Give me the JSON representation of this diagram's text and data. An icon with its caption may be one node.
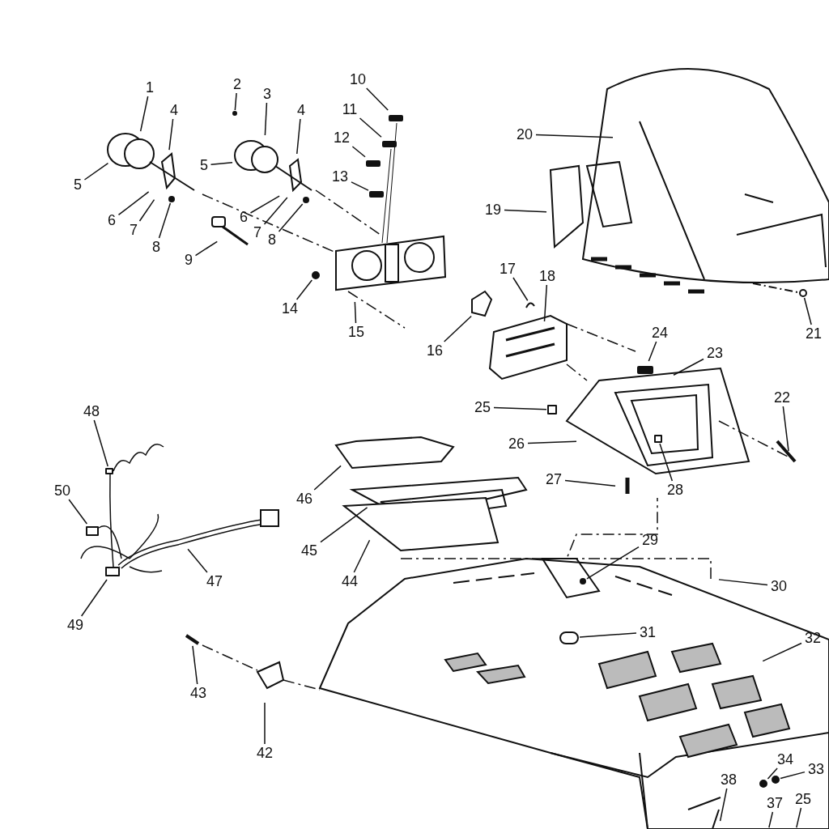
{
  "diagram": {
    "nodes": [
      {
        "text": [
          "1"
        ]
      },
      {
        "text": [
          "2"
        ]
      },
      {
        "text": [
          "3"
        ]
      },
      {
        "text": [
          "4"
        ]
      },
      {
        "text": [
          "4"
        ]
      },
      {
        "text": [
          "5"
        ]
      },
      {
        "text": [
          "5"
        ]
      },
      {
        "text": [
          "6"
        ]
      },
      {
        "text": [
          "6"
        ]
      },
      {
        "text": [
          "7"
        ]
      },
      {
        "text": [
          "7"
        ]
      },
      {
        "text": [
          "8"
        ]
      },
      {
        "text": [
          "8"
        ]
      },
      {
        "text": [
          "9"
        ]
      },
      {
        "text": [
          "10"
        ]
      },
      {
        "text": [
          "11"
        ]
      },
      {
        "text": [
          "12"
        ]
      },
      {
        "text": [
          "13"
        ]
      },
      {
        "text": [
          "14"
        ]
      },
      {
        "text": [
          "15"
        ]
      },
      {
        "text": [
          "16"
        ]
      },
      {
        "text": [
          "17"
        ]
      },
      {
        "text": [
          "18"
        ]
      },
      {
        "text": [
          "19"
        ]
      },
      {
        "text": [
          "20"
        ]
      },
      {
        "text": [
          "21"
        ]
      },
      {
        "text": [
          "22"
        ]
      },
      {
        "text": [
          "23"
        ]
      },
      {
        "text": [
          "24"
        ]
      },
      {
        "text": [
          "25"
        ]
      },
      {
        "text": [
          "26"
        ]
      },
      {
        "text": [
          "27"
        ]
      },
      {
        "text": [
          "28"
        ]
      },
      {
        "text": [
          "29"
        ]
      },
      {
        "text": [
          "30"
        ]
      },
      {
        "text": [
          "31"
        ]
      },
      {
        "text": [
          "32"
        ]
      },
      {
        "text": [
          "33"
        ]
      },
      {
        "text": [
          "34"
        ]
      },
      {
        "text": [
          "38"
        ]
      },
      {
        "text": [
          "37"
        ]
      },
      {
        "text": [
          "25"
        ]
      },
      {
        "text": [
          "42"
        ]
      },
      {
        "text": [
          "43"
        ]
      },
      {
        "text": [
          "44"
        ]
      },
      {
        "text": [
          "45"
        ]
      },
      {
        "text": [
          "46"
        ]
      },
      {
        "text": [
          "47"
        ]
      },
      {
        "text": [
          "48"
        ]
      },
      {
        "text": [
          "49"
        ]
      },
      {
        "text": [
          "50"
        ]
      },
      {
        "text": [],
        "shape": "circle"
      },
      {
        "text": [],
        "shape": "circle"
      },
      {
        "text": [],
        "shape": "circle"
      },
      {
        "text": [],
        "shape": "bar"
      },
      {
        "text": [],
        "shape": "bar"
      },
      {
        "text": [],
        "shape": "bar"
      },
      {
        "text": [],
        "shape": "bar"
      },
      {
        "text": [],
        "shape": "circle"
      },
      {
        "text": [],
        "shape": "circle"
      },
      {
        "text": [],
        "shape": "bar"
      },
      {
        "text": [],
        "shape": "box"
      },
      {
        "text": [],
        "shape": "box"
      },
      {
        "text": [],
        "shape": "circle"
      },
      {
        "text": [],
        "shape": "circle"
      },
      {
        "text": [],
        "shape": "circle"
      },
      {
        "text": [],
        "shape": "box"
      },
      {
        "text": [],
        "shape": "box"
      },
      {
        "text": [],
        "shape": "box"
      },
      {
        "text": [],
        "shape": "circle"
      }
    ],
    "edges": [
      {
        "from": 0,
        "to": null,
        "arrow": "none"
      },
      {
        "from": 1,
        "to": 51,
        "arrow": "none"
      },
      {
        "from": 2,
        "to": null,
        "arrow": "none"
      },
      {
        "from": 3,
        "to": null,
        "arrow": "none"
      },
      {
        "from": 4,
        "to": null,
        "arrow": "none"
      },
      {
        "from": 5,
        "to": null,
        "arrow": "none"
      },
      {
        "from": 6,
        "to": null,
        "arrow": "none"
      },
      {
        "from": 7,
        "to": null,
        "arrow": "none"
      },
      {
        "from": 8,
        "to": null,
        "arrow": "none"
      },
      {
        "from": 9,
        "to": null,
        "arrow": "none"
      },
      {
        "from": 10,
        "to": null,
        "arrow": "none"
      },
      {
        "from": 11,
        "to": 52,
        "arrow": "none"
      },
      {
        "from": 12,
        "to": 53,
        "arrow": "none"
      },
      {
        "from": 13,
        "to": null,
        "arrow": "none"
      },
      {
        "from": 14,
        "to": 54,
        "arrow": "none"
      },
      {
        "from": 15,
        "to": 55,
        "arrow": "none"
      },
      {
        "from": 16,
        "to": 56,
        "arrow": "none"
      },
      {
        "from": 17,
        "to": 57,
        "arrow": "none"
      },
      {
        "from": 18,
        "to": 58,
        "arrow": "none"
      },
      {
        "from": 19,
        "to": null,
        "arrow": "none"
      },
      {
        "from": 20,
        "to": null,
        "arrow": "none"
      },
      {
        "from": 21,
        "to": null,
        "arrow": "none"
      },
      {
        "from": 22,
        "to": null,
        "arrow": "none"
      },
      {
        "from": 23,
        "to": null,
        "arrow": "none"
      },
      {
        "from": 24,
        "to": null,
        "arrow": "none"
      },
      {
        "from": 25,
        "to": 59,
        "arrow": "none"
      },
      {
        "from": 26,
        "to": null,
        "arrow": "none"
      },
      {
        "from": 27,
        "to": null,
        "arrow": "none"
      },
      {
        "from": 28,
        "to": 60,
        "arrow": "none"
      },
      {
        "from": 29,
        "to": 61,
        "arrow": "none"
      },
      {
        "from": 30,
        "to": null,
        "arrow": "none"
      },
      {
        "from": 31,
        "to": null,
        "arrow": "none"
      },
      {
        "from": 32,
        "to": 62,
        "arrow": "none"
      },
      {
        "from": 33,
        "to": 69,
        "arrow": "none"
      },
      {
        "from": 34,
        "to": null,
        "arrow": "none"
      },
      {
        "from": 35,
        "to": 63,
        "arrow": "none"
      },
      {
        "from": 36,
        "to": null,
        "arrow": "none"
      },
      {
        "from": 37,
        "to": 64,
        "arrow": "none"
      },
      {
        "from": 38,
        "to": 65,
        "arrow": "none"
      },
      {
        "from": 39,
        "to": null,
        "arrow": "none"
      },
      {
        "from": 40,
        "to": null,
        "arrow": "none"
      },
      {
        "from": 41,
        "to": null,
        "arrow": "none"
      },
      {
        "from": 42,
        "to": null,
        "arrow": "none"
      },
      {
        "from": 43,
        "to": null,
        "arrow": "none"
      },
      {
        "from": 44,
        "to": null,
        "arrow": "none"
      },
      {
        "from": 45,
        "to": null,
        "arrow": "none"
      },
      {
        "from": 46,
        "to": null,
        "arrow": "none"
      },
      {
        "from": 47,
        "to": null,
        "arrow": "none"
      },
      {
        "from": 48,
        "to": 66,
        "arrow": "none"
      },
      {
        "from": 49,
        "to": 67,
        "arrow": "none"
      },
      {
        "from": 50,
        "to": 68,
        "arrow": "none"
      }
    ]
  }
}
